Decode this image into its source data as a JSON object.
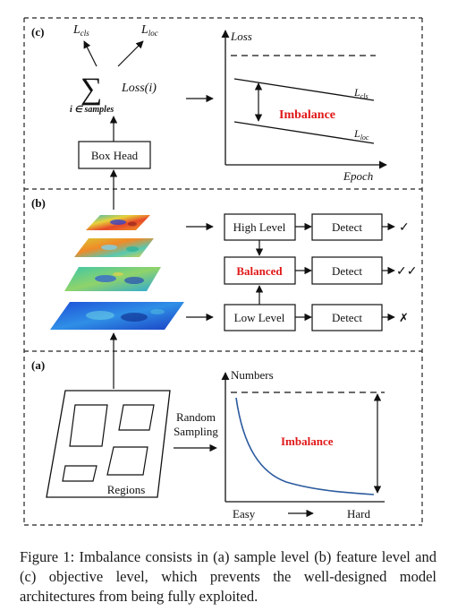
{
  "panel_c": {
    "label": "(c)",
    "l_cls_main": "L",
    "l_cls_sub": "cls",
    "l_loc_main": "L",
    "l_loc_sub": "loc",
    "sum_symbol": "∑",
    "sum_index": "i ∈ samples",
    "loss_fn": "Loss(i)",
    "box_head": "Box Head",
    "y_axis": "Loss",
    "x_axis": "Epoch",
    "curve_cls_main": "L",
    "curve_cls_sub": "cls",
    "curve_loc_main": "L",
    "curve_loc_sub": "loc",
    "imbalance": "Imbalance"
  },
  "panel_b": {
    "label": "(b)",
    "high_level": "High Level",
    "balanced": "Balanced",
    "low_level": "Low Level",
    "detect": "Detect",
    "mark_high": "✓",
    "mark_balanced": "✓✓",
    "mark_low": "✗"
  },
  "panel_a": {
    "label": "(a)",
    "regions": "Regions",
    "random": "Random",
    "sampling": "Sampling",
    "y_axis": "Numbers",
    "x_easy": "Easy",
    "x_hard": "Hard",
    "imbalance": "Imbalance"
  },
  "colors": {
    "imbalance_red": "#e01818",
    "curve_blue": "#2b5a9e"
  },
  "caption": "Figure 1: Imbalance consists in (a) sample level (b) feature level and (c) objective level, which prevents the well-designed model architectures from being fully exploited."
}
